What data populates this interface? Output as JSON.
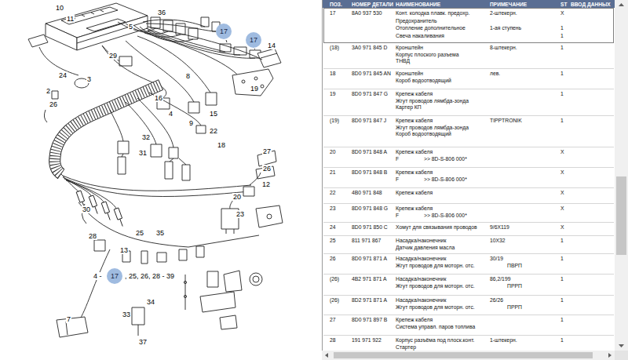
{
  "diagram": {
    "nodes": [
      {
        "text": [
          "17"
        ]
      },
      {
        "text": [
          "17"
        ]
      },
      {
        "text": [
          "17"
        ]
      }
    ],
    "labels": [
      "10",
      "11",
      "36",
      "5",
      "29",
      "14",
      "24",
      "2",
      "3",
      "8",
      "16",
      "15",
      "19",
      "4",
      "9",
      "26",
      "32",
      "31",
      "22",
      "18",
      "27",
      "26",
      "12",
      "20",
      "23",
      "30",
      "28",
      "25",
      "35",
      "13",
      "7",
      "34",
      "33",
      "37",
      "4 -",
      ", 25, 26, 28 - 39",
      "ПОЗ.",
      "НОМЕР ДЕТАЛИ",
      "НАИМЕНОВАНИЕ",
      "ПРИМЕЧАНИЕ",
      "ST",
      "ВВОД ДАННЫХ",
      "17",
      "8A0 937 530",
      "Конт. колодка плавк. предохр.",
      "2-штекерн.",
      "X",
      "Предохранитель",
      "Отопление дополнительное",
      "1-ая ступень",
      "1",
      "Свеча накаливания",
      "1",
      "(18)",
      "3A0 971 845 D",
      "Кронштейн",
      "8-штекерн.",
      "1",
      "Корпус плоского разъема",
      "ТНВД",
      "18",
      "8D0 971 845 AN",
      "Кронштейн",
      "лев.",
      "1",
      "Короб водоотводящий",
      "19",
      "8D0 971 847 G",
      "Крепеж кабеля",
      "1",
      "Жгут проводов лямбда-зонда",
      "Картер КП",
      "(19)",
      "8D0 971 847 J",
      "Крепеж кабеля",
      "TIPPTRONIK",
      "1",
      "Жгут проводов лямбда-зонда",
      "Короб водоотводящий",
      "20",
      "8D0 971 848 A",
      "Крепеж кабеля",
      "X",
      "F",
      ">> 8D-S-806 000*",
      "21",
      "8D0 971 848 B",
      "Крепеж кабеля",
      "X",
      "F",
      ">> 8D-S-806 000*",
      "22",
      "4B0 971 848",
      "Крепеж кабеля",
      "X",
      "23",
      "8D0 971 848 G",
      "Крепеж кабеля",
      "X",
      "F",
      ">> 8D-S-806 000*",
      "24",
      "8D0 971 850 C",
      "Хомут для связывания проводов",
      "9/6X119",
      "X",
      "25",
      "811 971 867",
      "Насадка/наконечник",
      "10X32",
      "1",
      "Датчик давления масла",
      "26",
      "8D0 971 871 A",
      "Насадка/наконечник",
      "30/19",
      "1",
      "Жгут проводов для моторн. отс.",
      "ПВРП",
      "(26)",
      "4B2 971 871 A",
      "Насадка/наконечник",
      "86,2/199",
      "1",
      "Жгут проводов для моторн. отс.",
      "ПРРП",
      "(26)",
      "8D2 971 871 A",
      "Насадка/наконечник",
      "26/26",
      "1",
      "Жгут проводов для моторн. отс.",
      "ПРРП",
      "27",
      "8D0 971 897 B",
      "Крепеж кабеля",
      "1",
      "Система управл. паров топлива",
      "28",
      "191 971 922",
      "Корпус разъёма под плоск.конт.",
      "1-штекерн.",
      "1",
      "Стартер"
    ]
  }
}
